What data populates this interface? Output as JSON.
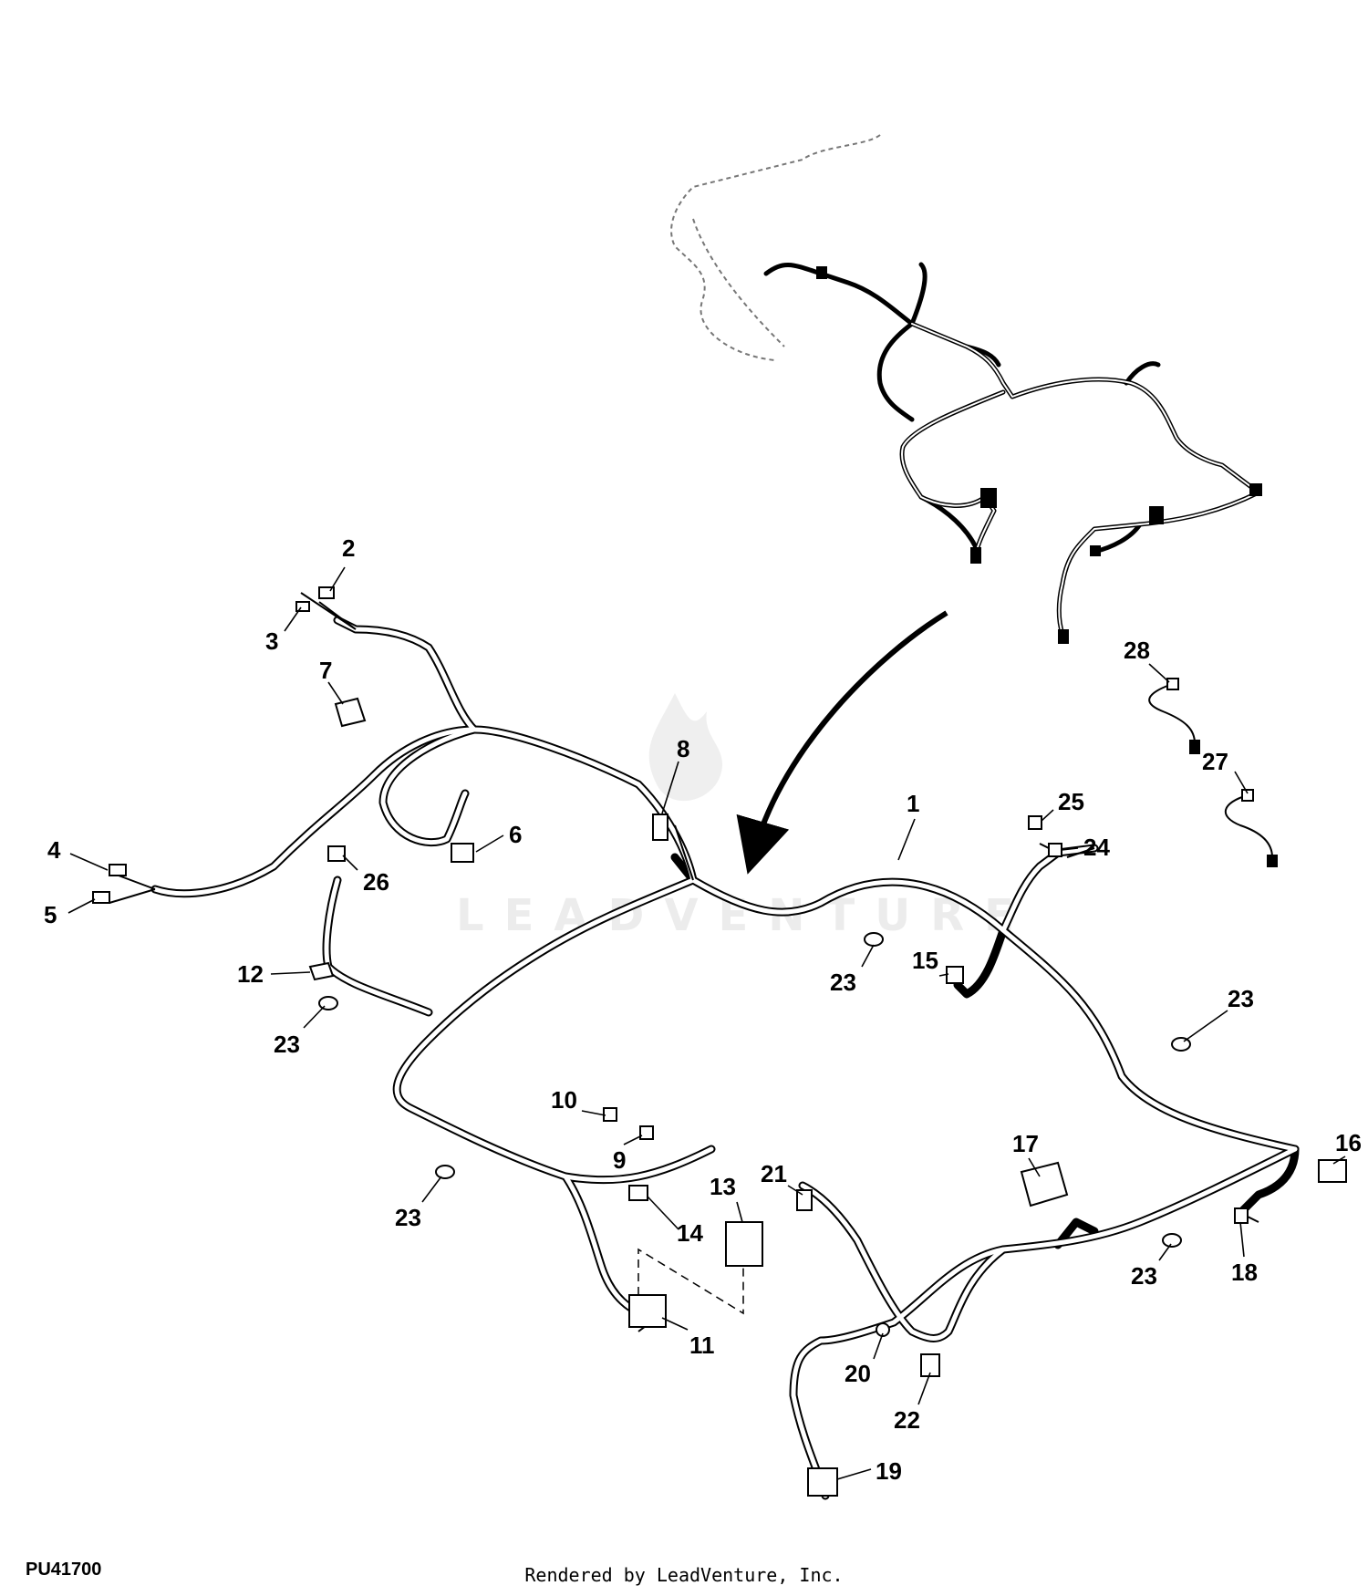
{
  "diagram": {
    "drawing_id": "PU41700",
    "footer": "Rendered by LeadVenture, Inc.",
    "watermark": "LEADVENTURE",
    "callouts": [
      {
        "id": "c1",
        "label": "1"
      },
      {
        "id": "c2",
        "label": "2"
      },
      {
        "id": "c3",
        "label": "3"
      },
      {
        "id": "c4",
        "label": "4"
      },
      {
        "id": "c5",
        "label": "5"
      },
      {
        "id": "c6",
        "label": "6"
      },
      {
        "id": "c7",
        "label": "7"
      },
      {
        "id": "c8",
        "label": "8"
      },
      {
        "id": "c9",
        "label": "9"
      },
      {
        "id": "c10",
        "label": "10"
      },
      {
        "id": "c11",
        "label": "11"
      },
      {
        "id": "c12",
        "label": "12"
      },
      {
        "id": "c13",
        "label": "13"
      },
      {
        "id": "c14",
        "label": "14"
      },
      {
        "id": "c15",
        "label": "15"
      },
      {
        "id": "c16",
        "label": "16"
      },
      {
        "id": "c17",
        "label": "17"
      },
      {
        "id": "c18",
        "label": "18"
      },
      {
        "id": "c19",
        "label": "19"
      },
      {
        "id": "c20",
        "label": "20"
      },
      {
        "id": "c21",
        "label": "21"
      },
      {
        "id": "c22",
        "label": "22"
      },
      {
        "id": "c23a",
        "label": "23"
      },
      {
        "id": "c23b",
        "label": "23"
      },
      {
        "id": "c23c",
        "label": "23"
      },
      {
        "id": "c23d",
        "label": "23"
      },
      {
        "id": "c23e",
        "label": "23"
      },
      {
        "id": "c24",
        "label": "24"
      },
      {
        "id": "c25",
        "label": "25"
      },
      {
        "id": "c26",
        "label": "26"
      },
      {
        "id": "c27",
        "label": "27"
      },
      {
        "id": "c28",
        "label": "28"
      }
    ]
  }
}
